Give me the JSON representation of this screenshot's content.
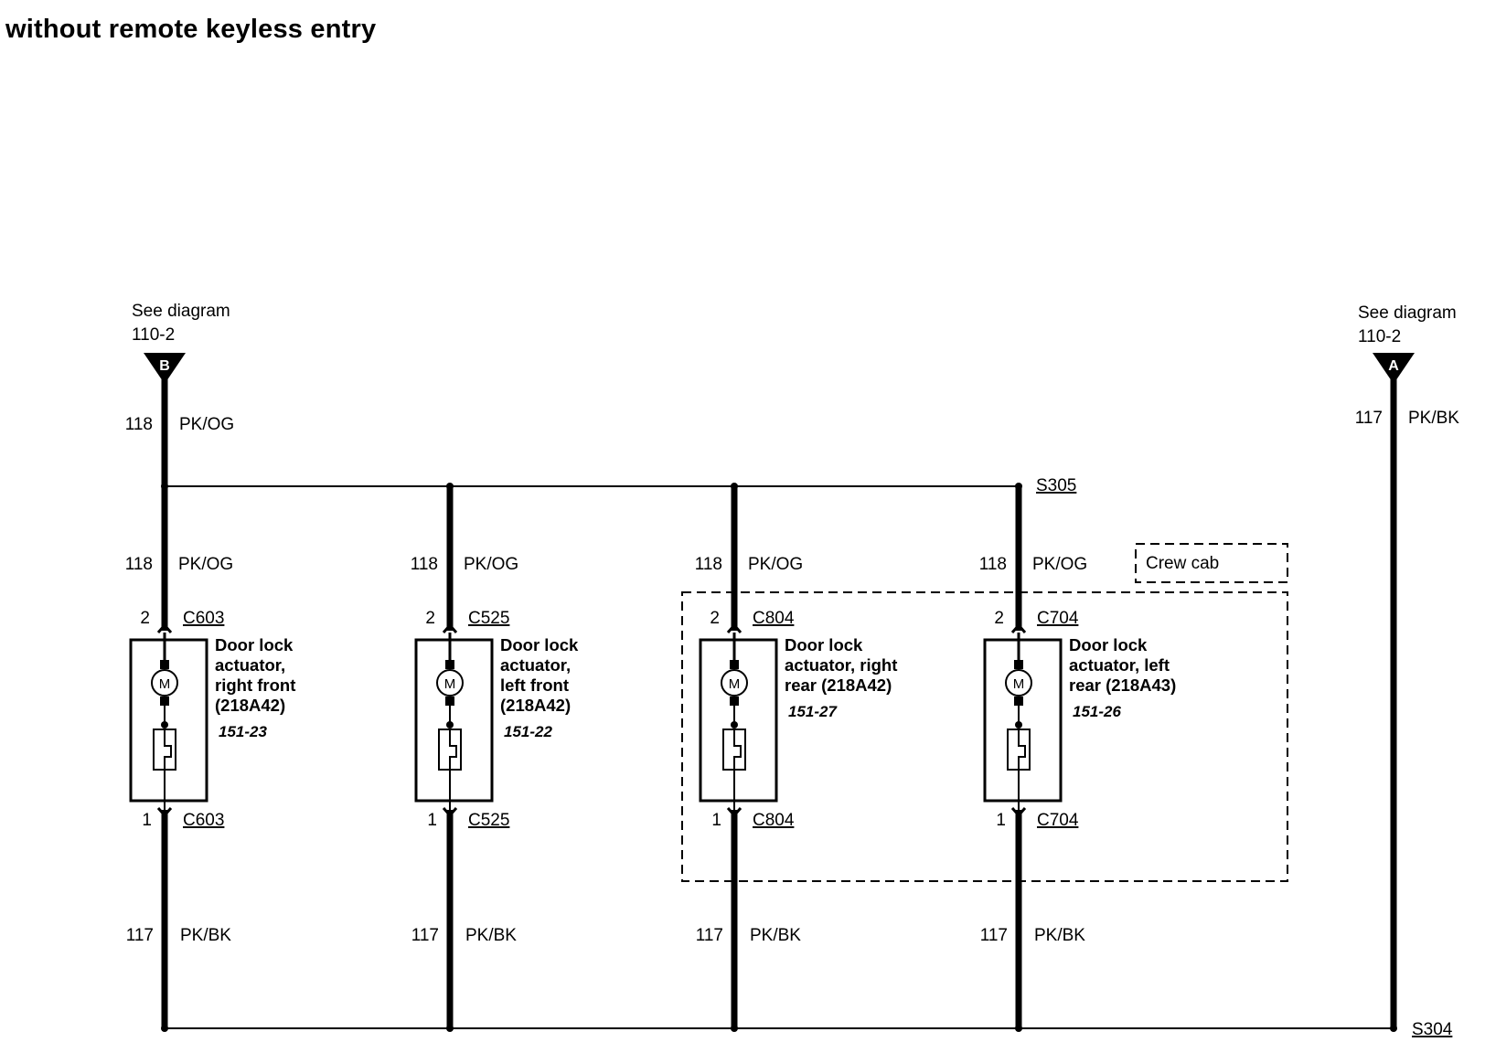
{
  "title": "without remote keyless entry",
  "refs": [
    {
      "text1": "See diagram",
      "text2": "110-2",
      "letter": "B",
      "circuit": "118",
      "color": "PK/OG"
    },
    {
      "text1": "See diagram",
      "text2": "110-2",
      "letter": "A",
      "circuit": "117",
      "color": "PK/BK"
    }
  ],
  "splices": {
    "top": "S305",
    "bottom": "S304"
  },
  "crew_cab": "Crew cab",
  "branches": [
    {
      "upper_circuit": "118",
      "upper_color": "PK/OG",
      "pin_top": "2",
      "conn_top": "C603",
      "name": [
        "Door lock",
        "actuator,",
        "right front",
        "(218A42)"
      ],
      "page": "151-23",
      "pin_bot": "1",
      "conn_bot": "C603",
      "lower_circuit": "117",
      "lower_color": "PK/BK",
      "motor": "M"
    },
    {
      "upper_circuit": "118",
      "upper_color": "PK/OG",
      "pin_top": "2",
      "conn_top": "C525",
      "name": [
        "Door lock",
        "actuator,",
        "left front",
        "(218A42)"
      ],
      "page": "151-22",
      "pin_bot": "1",
      "conn_bot": "C525",
      "lower_circuit": "117",
      "lower_color": "PK/BK",
      "motor": "M"
    },
    {
      "upper_circuit": "118",
      "upper_color": "PK/OG",
      "pin_top": "2",
      "conn_top": "C804",
      "name": [
        "Door lock",
        "actuator, right",
        "rear (218A42)"
      ],
      "page": "151-27",
      "pin_bot": "1",
      "conn_bot": "C804",
      "lower_circuit": "117",
      "lower_color": "PK/BK",
      "motor": "M"
    },
    {
      "upper_circuit": "118",
      "upper_color": "PK/OG",
      "pin_top": "2",
      "conn_top": "C704",
      "name": [
        "Door lock",
        "actuator, left",
        "rear (218A43)"
      ],
      "page": "151-26",
      "pin_bot": "1",
      "conn_bot": "C704",
      "lower_circuit": "117",
      "lower_color": "PK/BK",
      "motor": "M"
    }
  ]
}
